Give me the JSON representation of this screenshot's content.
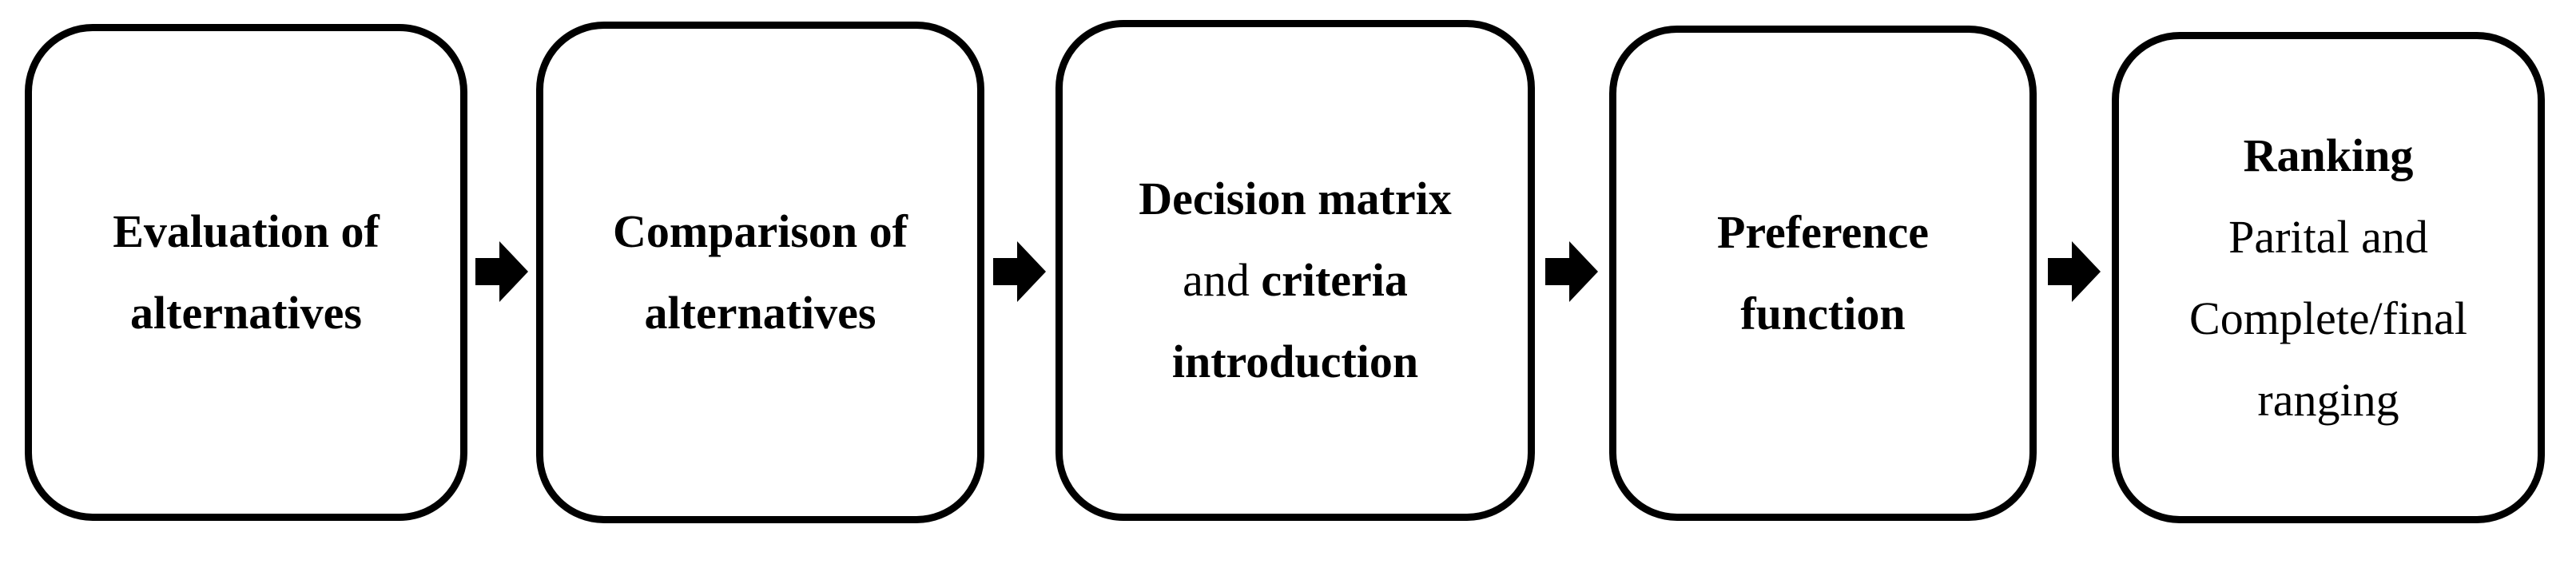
{
  "colors": {
    "background": "#ffffff",
    "line": "#000000",
    "text": "#000000"
  },
  "flow": {
    "boxes": [
      {
        "id": "evaluation-of-alternatives",
        "lines": [
          [
            {
              "t": "Evaluation of",
              "b": true
            }
          ],
          [
            {
              "t": "alternatives",
              "b": true
            }
          ]
        ]
      },
      {
        "id": "comparison-of-alternatives",
        "lines": [
          [
            {
              "t": "Comparison of",
              "b": true
            }
          ],
          [
            {
              "t": "alternatives",
              "b": true
            }
          ]
        ]
      },
      {
        "id": "decision-matrix-and-criteria-introduction",
        "lines": [
          [
            {
              "t": "Decision matrix",
              "b": true
            }
          ],
          [
            {
              "t": "and ",
              "b": false
            },
            {
              "t": "criteria",
              "b": true
            }
          ],
          [
            {
              "t": "introduction",
              "b": true
            }
          ]
        ]
      },
      {
        "id": "preference-function",
        "lines": [
          [
            {
              "t": "Preference",
              "b": true
            }
          ],
          [
            {
              "t": "function",
              "b": true
            }
          ]
        ]
      },
      {
        "id": "ranking",
        "lines": [
          [
            {
              "t": "Ranking",
              "b": true
            }
          ],
          [
            {
              "t": "Parital and",
              "b": false
            }
          ],
          [
            {
              "t": "Complete/final",
              "b": false
            }
          ],
          [
            {
              "t": "ranging",
              "b": false
            }
          ]
        ]
      }
    ],
    "connectors": [
      {
        "icon": "right-block-arrow"
      },
      {
        "icon": "right-block-arrow"
      },
      {
        "icon": "right-block-arrow"
      },
      {
        "icon": "right-block-arrow"
      }
    ]
  }
}
